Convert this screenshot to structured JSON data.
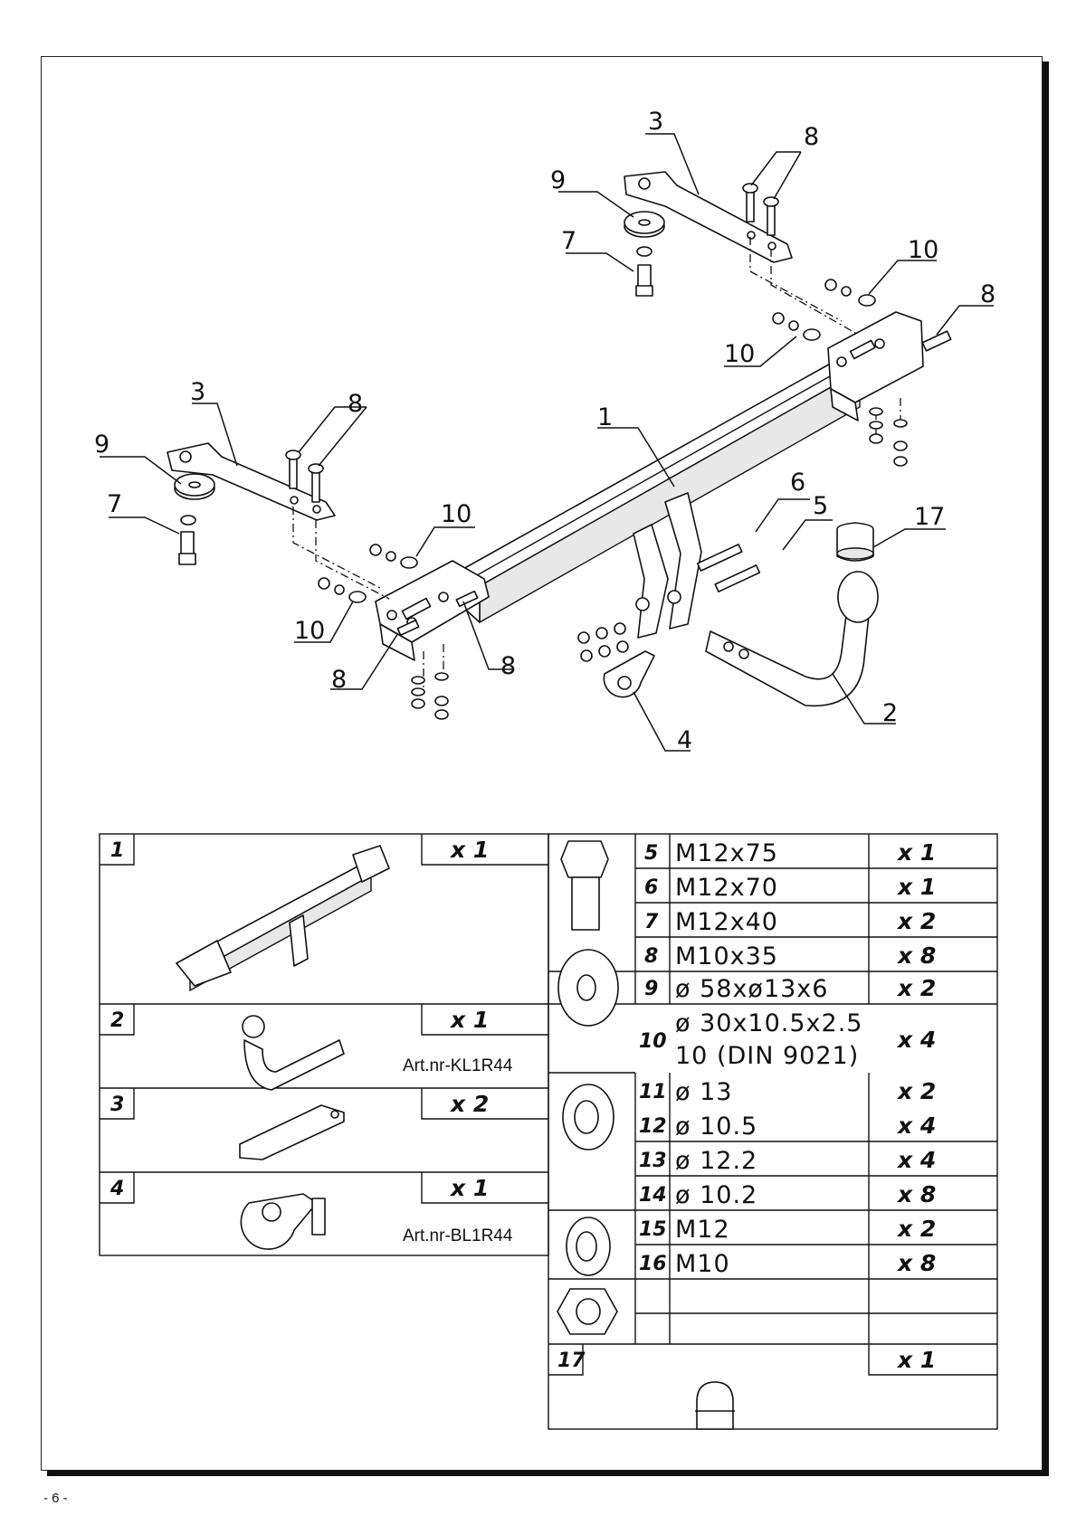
{
  "page_number": "- 6 -",
  "callouts": [
    "1",
    "2",
    "3",
    "3",
    "4",
    "5",
    "6",
    "7",
    "7",
    "8",
    "8",
    "8",
    "8",
    "8",
    "9",
    "9",
    "10",
    "10",
    "10",
    "10",
    "17"
  ],
  "parts_table": {
    "rows": [
      {
        "num": "1",
        "spec": "",
        "qty": "x 1",
        "article": ""
      },
      {
        "num": "2",
        "spec": "",
        "qty": "x 1",
        "article": "Art.nr-KL1R44"
      },
      {
        "num": "3",
        "spec": "",
        "qty": "x 2",
        "article": ""
      },
      {
        "num": "4",
        "spec": "",
        "qty": "x 1",
        "article": "Art.nr-BL1R44"
      },
      {
        "num": "5",
        "spec": "M12x75",
        "qty": "x 1",
        "article": ""
      },
      {
        "num": "6",
        "spec": "M12x70",
        "qty": "x 1",
        "article": ""
      },
      {
        "num": "7",
        "spec": "M12x40",
        "qty": "x 2",
        "article": ""
      },
      {
        "num": "8",
        "spec": "M10x35",
        "qty": "x 8",
        "article": ""
      },
      {
        "num": "9",
        "spec": "ø 58xø13x6",
        "qty": "x 2",
        "article": ""
      },
      {
        "num": "10",
        "spec": "ø 30x10.5x2.5",
        "spec2": "10  (DIN 9021)",
        "qty": "x 4",
        "article": ""
      },
      {
        "num": "11",
        "spec": "ø 13",
        "qty": "x 2",
        "article": ""
      },
      {
        "num": "12",
        "spec": "ø 10.5",
        "qty": "x 4",
        "article": ""
      },
      {
        "num": "13",
        "spec": "ø 12.2",
        "qty": "x 4",
        "article": ""
      },
      {
        "num": "14",
        "spec": "ø 10.2",
        "qty": "x 8",
        "article": ""
      },
      {
        "num": "15",
        "spec": "M12",
        "qty": "x 2",
        "article": ""
      },
      {
        "num": "16",
        "spec": "M10",
        "qty": "x 8",
        "article": ""
      },
      {
        "num": "17",
        "spec": "",
        "qty": "x 1",
        "article": ""
      }
    ]
  }
}
